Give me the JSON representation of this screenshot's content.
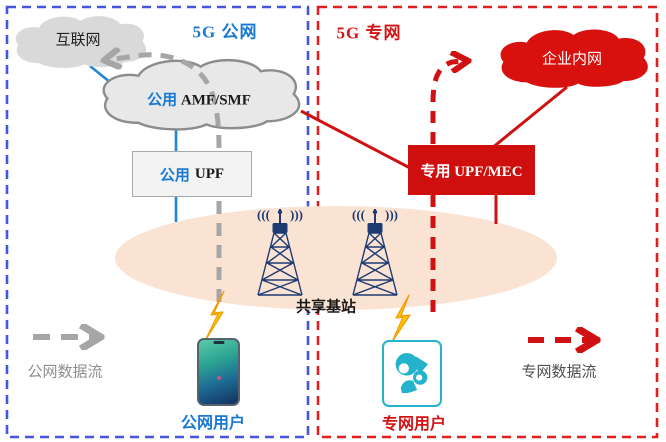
{
  "regions": {
    "public": {
      "label": "5G 公网"
    },
    "private": {
      "label": "5G 专网"
    }
  },
  "nodes": {
    "internet": {
      "label": "互联网"
    },
    "amf_smf": {
      "prefix": "公用",
      "name": "AMF/SMF"
    },
    "public_upf": {
      "prefix": "公用",
      "name": "UPF"
    },
    "private_upf_mec": {
      "label": "专用 UPF/MEC"
    },
    "enterprise_intranet": {
      "label": "企业内网"
    },
    "shared_base_station": {
      "label": "共享基站"
    },
    "public_user": {
      "label": "公网用户"
    },
    "private_user": {
      "label": "专网用户"
    }
  },
  "legend": {
    "public_flow": {
      "label": "公网数据流"
    },
    "private_flow": {
      "label": "专网数据流"
    }
  },
  "icons": {
    "signal_left": "(((",
    "signal_right": ")))"
  },
  "colors": {
    "public_accent": "#1879d2",
    "public_border": "#4555dd",
    "private_accent": "#cf1111",
    "private_border": "#e11f1f",
    "flow_gray": "#a6a6a6",
    "station_zone_fill": "#fbe3d4",
    "tower_navy": "#1d3a73",
    "user_teal": "#25b2cc",
    "lightning_yellow": "#ffc400"
  }
}
